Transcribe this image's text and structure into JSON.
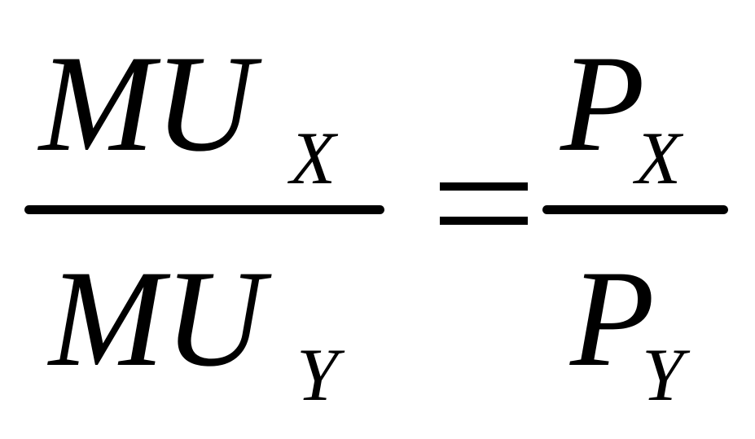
{
  "equation": {
    "left_fraction": {
      "numerator": {
        "base": "MU",
        "subscript": "X"
      },
      "denominator": {
        "base": "MU",
        "subscript": "Y"
      }
    },
    "operator": "=",
    "right_fraction": {
      "numerator": {
        "base": "P",
        "subscript": "X"
      },
      "denominator": {
        "base": "P",
        "subscript": "Y"
      }
    }
  }
}
